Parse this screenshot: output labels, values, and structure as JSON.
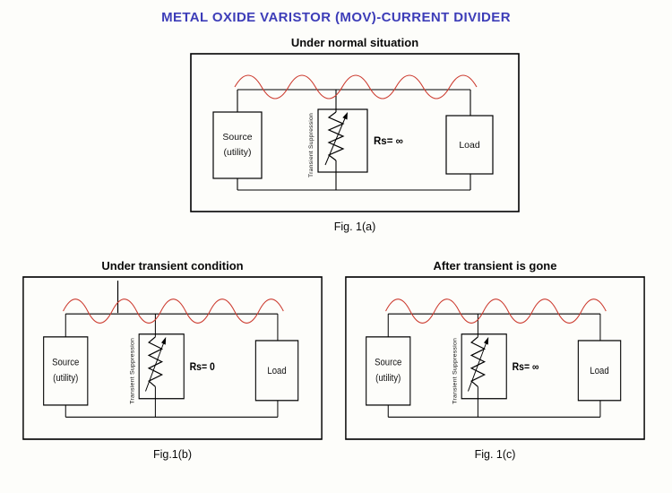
{
  "page_title": {
    "text": "METAL OXIDE VARISTOR (MOV)-CURRENT DIVIDER",
    "color": "#3d3db8"
  },
  "wave_color": "#cc3b2f",
  "figures": [
    {
      "heading": "Under normal situation",
      "caption": "Fig. 1(a)",
      "source_line1": "Source",
      "source_line2": "(utility)",
      "suppression": "Transient Suppression",
      "rs": "Rs= ∞",
      "load": "Load"
    },
    {
      "heading": "Under transient condition",
      "caption": "Fig.1(b)",
      "source_line1": "Source",
      "source_line2": "(utility)",
      "suppression": "Transient Suppression",
      "rs": "Rs= 0",
      "load": "Load"
    },
    {
      "heading": "After transient is gone",
      "caption": "Fig. 1(c)",
      "source_line1": "Source",
      "source_line2": "(utility)",
      "suppression": "Transient Suppression",
      "rs": "Rs= ∞",
      "load": "Load"
    }
  ]
}
